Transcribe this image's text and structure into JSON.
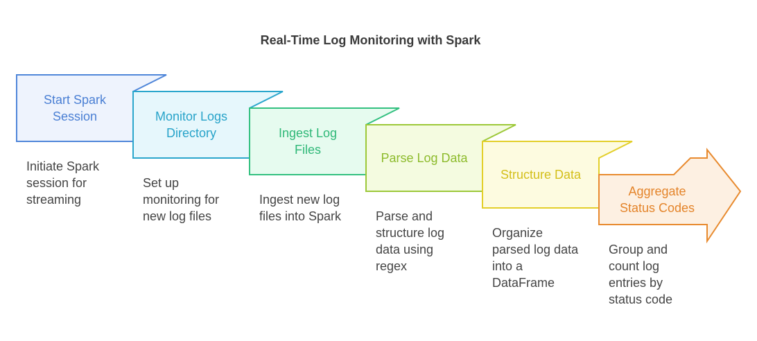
{
  "title": "Real-Time Log Monitoring with Spark",
  "steps": [
    {
      "label_lines": [
        "Start Spark",
        "Session"
      ],
      "description": "Initiate Spark\nsession for\nstreaming",
      "fill": "#eef3fd",
      "stroke": "#4f86d9",
      "text_color": "#4a7fd4"
    },
    {
      "label_lines": [
        "Monitor Logs",
        "Directory"
      ],
      "description": "Set up\nmonitoring for\nnew log files",
      "fill": "#e6f7fc",
      "stroke": "#2aa6cc",
      "text_color": "#27a3c9"
    },
    {
      "label_lines": [
        "Ingest Log",
        "Files"
      ],
      "description": "Ingest new log\nfiles into Spark",
      "fill": "#e6fbef",
      "stroke": "#33c080",
      "text_color": "#2fb878"
    },
    {
      "label_lines": [
        "Parse Log Data"
      ],
      "description": "Parse and\nstructure log\ndata using\nregex",
      "fill": "#f4fbe0",
      "stroke": "#9cc838",
      "text_color": "#8dbb2c"
    },
    {
      "label_lines": [
        "Structure Data"
      ],
      "description": "Organize\nparsed log data\ninto a\nDataFrame",
      "fill": "#fdfbe0",
      "stroke": "#e3cf2a",
      "text_color": "#d4bf1a"
    },
    {
      "label_lines": [
        "Aggregate",
        "Status Codes"
      ],
      "description": "Group and\ncount log\nentries by\nstatus code",
      "fill": "#fdf0e2",
      "stroke": "#e88a2e",
      "text_color": "#e4842a"
    }
  ]
}
